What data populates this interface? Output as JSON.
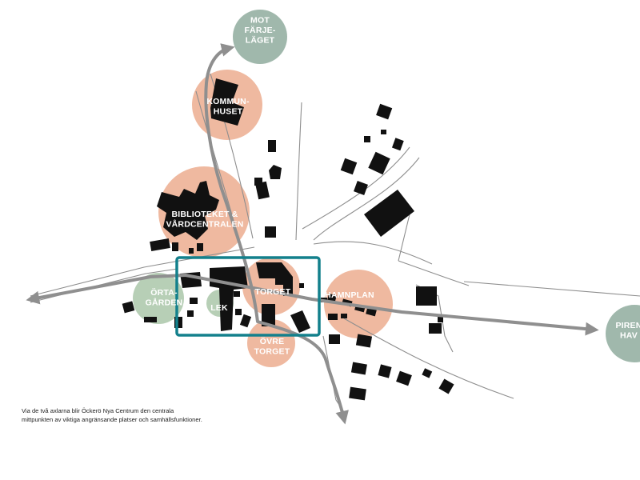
{
  "colors": {
    "place_circle": "#efb9a0",
    "green_circle": "#b7cfb6",
    "direction_circle": "#a0b8ac",
    "buildings": "#111111",
    "roads": "#8e8e8e",
    "axis_arrows": "#8f8f8f",
    "centre_frame": "#13808c"
  },
  "places": [
    {
      "id": "mot-farjelaget",
      "lines": [
        "MOT",
        "FÄRJE-",
        "LÄGET"
      ]
    },
    {
      "id": "kommunhuset",
      "lines": [
        "KOMMUN-",
        "HUSET"
      ]
    },
    {
      "id": "biblioteket",
      "lines": [
        "BIBLIOTEKET &",
        "VÅRDCENTRALEN"
      ]
    },
    {
      "id": "torget",
      "lines": [
        "TORGET"
      ]
    },
    {
      "id": "hamnplan",
      "lines": [
        "HAMNPLAN"
      ]
    },
    {
      "id": "ortagarden",
      "lines": [
        "ÖRTA-",
        "GÅRDEN"
      ]
    },
    {
      "id": "lek",
      "lines": [
        "LEK"
      ]
    },
    {
      "id": "ovre-torget",
      "lines": [
        "ÖVRE",
        "TORGET"
      ]
    },
    {
      "id": "piren",
      "lines": [
        "PIREN",
        "HAV"
      ]
    }
  ],
  "caption": {
    "line1": "Via de två axlarna blir Öckerö Nya Centrum den centrala",
    "line2": "mittpunkten av viktiga angränsande platser och samhällsfunktioner."
  }
}
